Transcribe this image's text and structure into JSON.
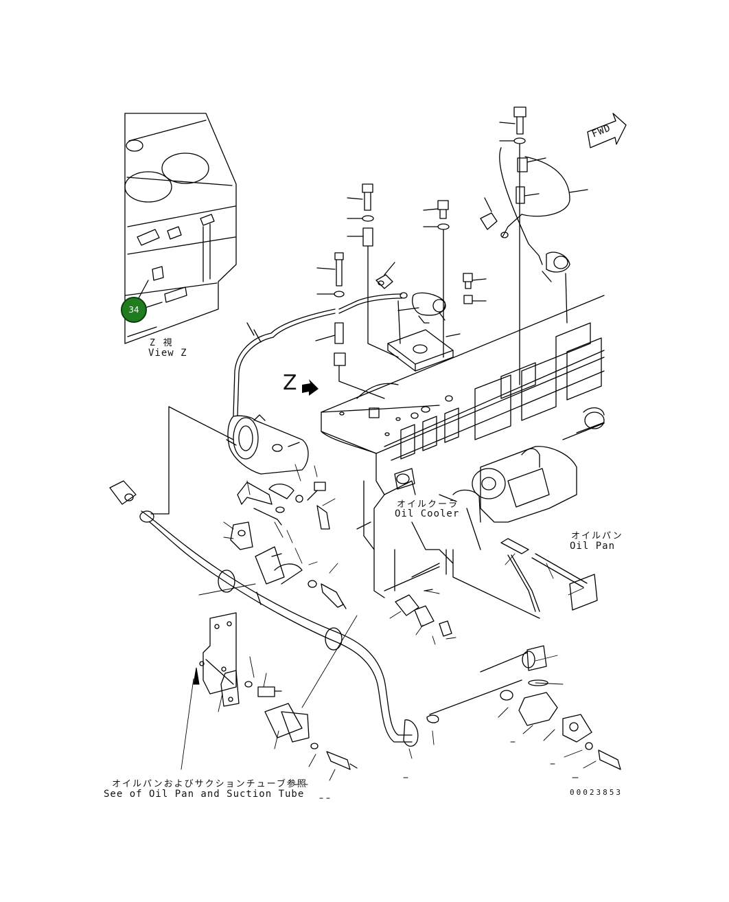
{
  "diagram": {
    "fwd_label": "FWD",
    "view_marker": "Z",
    "view_caption_jp": "Z 視",
    "view_caption_en": "View Z",
    "oil_cooler_jp": "オイルクーラ",
    "oil_cooler_en": "Oil Cooler",
    "oil_pan_jp": "オイルパン",
    "oil_pan_en": "Oil Pan",
    "see_oil_pan_jp": "オイルパンおよびサクションチューブ参照",
    "see_oil_pan_en": "See of Oil Pan and Suction Tube",
    "drawing_number": "00023853",
    "callouts": [
      {
        "label": "34"
      }
    ]
  }
}
